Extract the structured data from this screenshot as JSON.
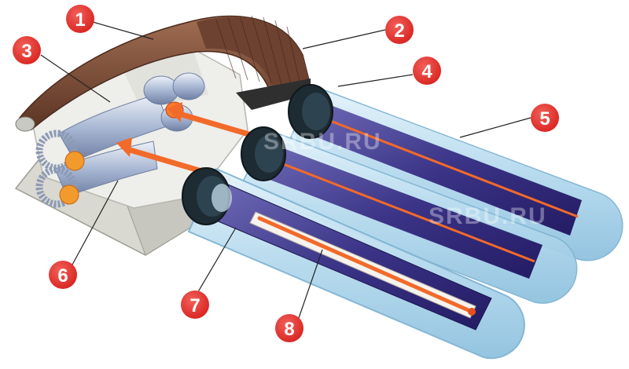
{
  "watermark": "SRBU.RU",
  "badge_color": "#e5302c",
  "callouts": [
    {
      "id": "1",
      "label": "1"
    },
    {
      "id": "2",
      "label": "2"
    },
    {
      "id": "3",
      "label": "3"
    },
    {
      "id": "4",
      "label": "4"
    },
    {
      "id": "5",
      "label": "5"
    },
    {
      "id": "6",
      "label": "6"
    },
    {
      "id": "7",
      "label": "7"
    },
    {
      "id": "8",
      "label": "8"
    }
  ]
}
